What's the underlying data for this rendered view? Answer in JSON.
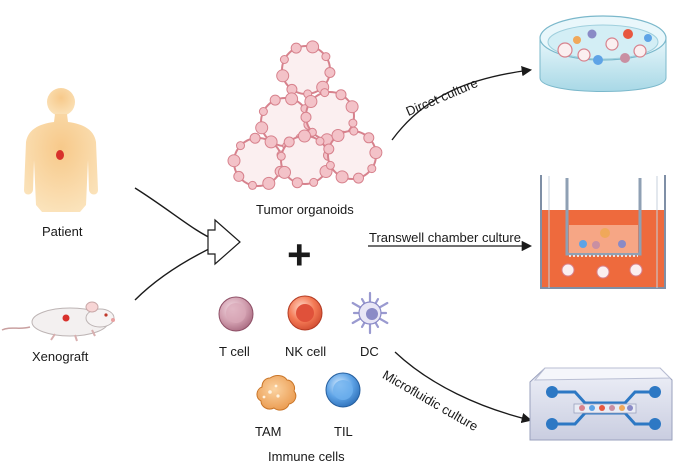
{
  "sources": {
    "patient": "Patient",
    "xenograft": "Xenograft"
  },
  "tumor_organoids": "Tumor organoids",
  "combine_symbol": "+",
  "immune": {
    "t_cell": "T cell",
    "nk_cell": "NK cell",
    "dc": "DC",
    "tam": "TAM",
    "til": "TIL",
    "group_label": "Immune cells"
  },
  "methods": {
    "direct": "Dircet culture",
    "transwell": "Transwell chamber culture",
    "microfluidic": "Microfluidic culture"
  },
  "colors": {
    "skin": "#f2c07a",
    "tumor_mark": "#d8312c",
    "organoid_fill": "#fbeff0",
    "organoid_edge": "#d7828d",
    "t_cell": "#c98fa2",
    "nk_cell": "#e8573f",
    "dc": "#8a8ac6",
    "tam": "#f0a85a",
    "til": "#4f8fd6",
    "dish": "#a8d8e6",
    "transwell_medium": "#ee6a3d",
    "chip_channel": "#2d78c4"
  }
}
